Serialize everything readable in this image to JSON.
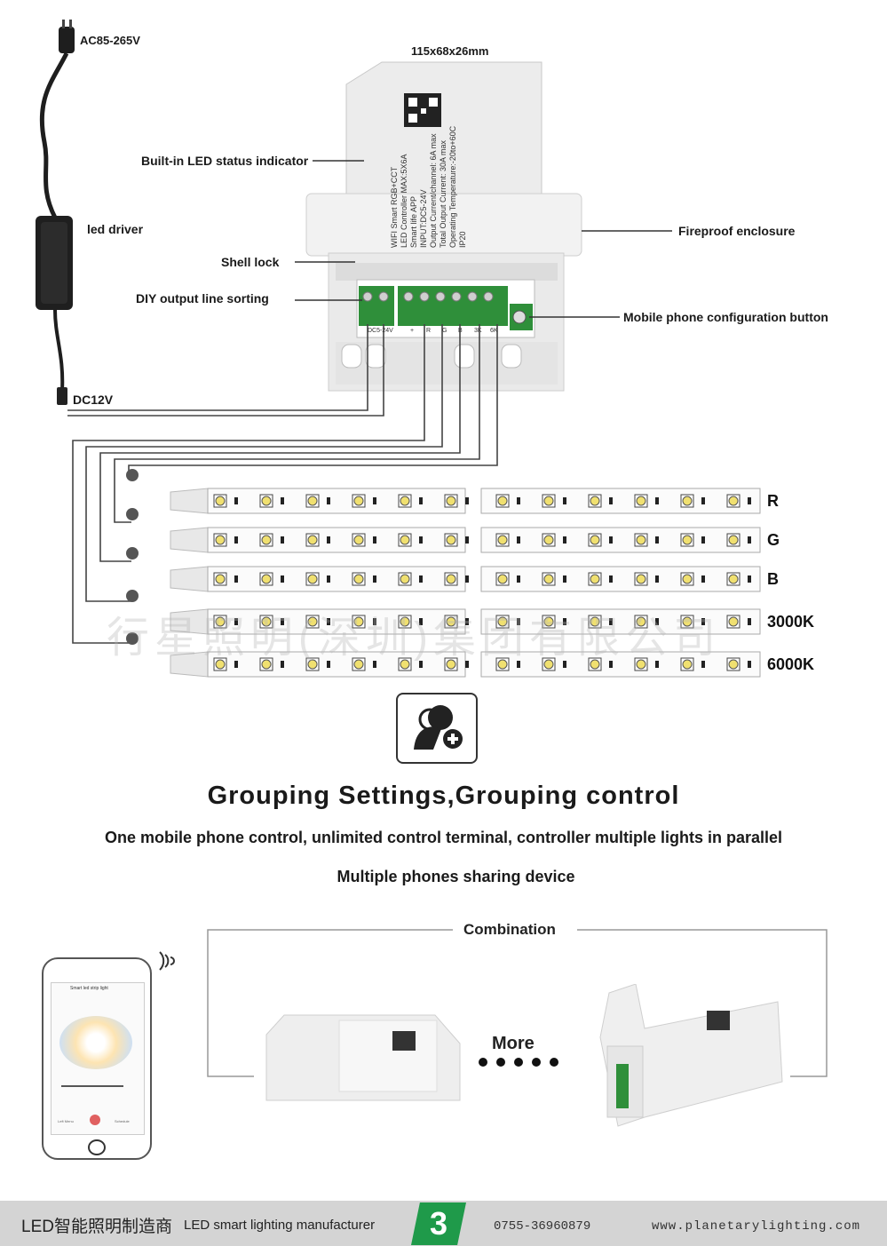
{
  "diagram": {
    "power_label": "AC85-265V",
    "dimensions_label": "115x68x26mm",
    "driver_label": "led driver",
    "dc_label": "DC12V",
    "callouts": {
      "status_indicator": "Built-in LED status indicator",
      "fireproof": "Fireproof enclosure",
      "shell_lock": "Shell lock",
      "diy_output": "DIY output line sorting",
      "config_button": "Mobile phone configuration button"
    },
    "controller_text": [
      "WIFI Smart RGB+CCT",
      "LED Controller MAX:5X6A",
      "Smart life APP",
      "INPUT:DC5-24V",
      "Output Current/channel: 6A max",
      "Total Output Current: 30A max",
      "Operating Temperature:-20to+60C",
      "IP20"
    ],
    "terminal_labels": [
      "DC5-24V",
      "+",
      "R",
      "G",
      "B",
      "3K",
      "6K"
    ],
    "strip_labels": [
      "R",
      "G",
      "B",
      "3000K",
      "6000K"
    ],
    "watermark": "行星照明(深圳)集团有限公司"
  },
  "headline": {
    "title": "Grouping Settings,Grouping control",
    "subtitle": "One mobile phone control, unlimited control terminal, controller multiple lights in parallel",
    "subtitle2": "Multiple phones sharing device"
  },
  "combination": {
    "label": "Combination",
    "more_label": "More",
    "phone": {
      "app_title": "Smart led strip light",
      "bottom_tabs": [
        "Left Menu",
        "Schedule"
      ]
    }
  },
  "footer": {
    "brand_cn": "LED智能照明制造商",
    "brand_en": "LED smart lighting manufacturer",
    "page_number": "3",
    "phone": "0755-36960879",
    "website": "www.planetarylighting.com"
  },
  "colors": {
    "terminal_green": "#2f8f3a",
    "footer_bg": "#d4d4d4",
    "page_badge": "#1f9a4a",
    "strip_led": "#f0e070"
  }
}
